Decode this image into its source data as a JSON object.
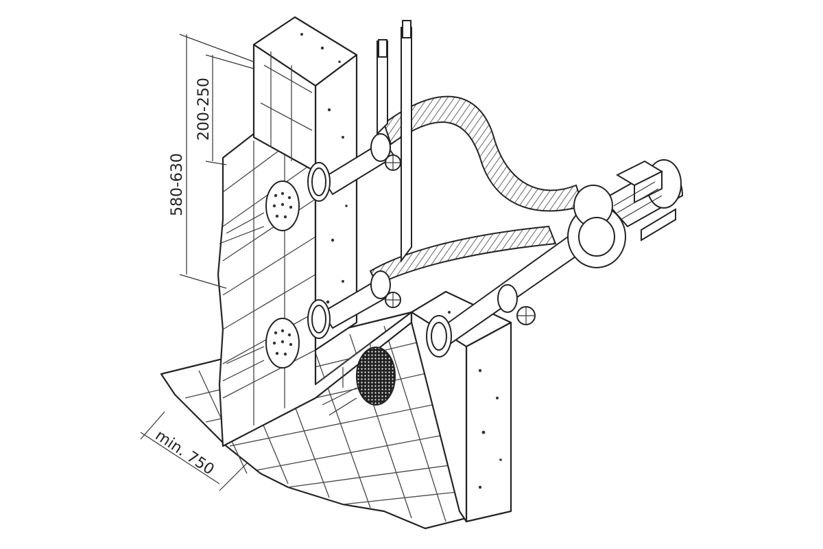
{
  "dimensions": {
    "total_height": "580-630",
    "jet_depth": "200-250",
    "min_distance": "min. 750"
  }
}
